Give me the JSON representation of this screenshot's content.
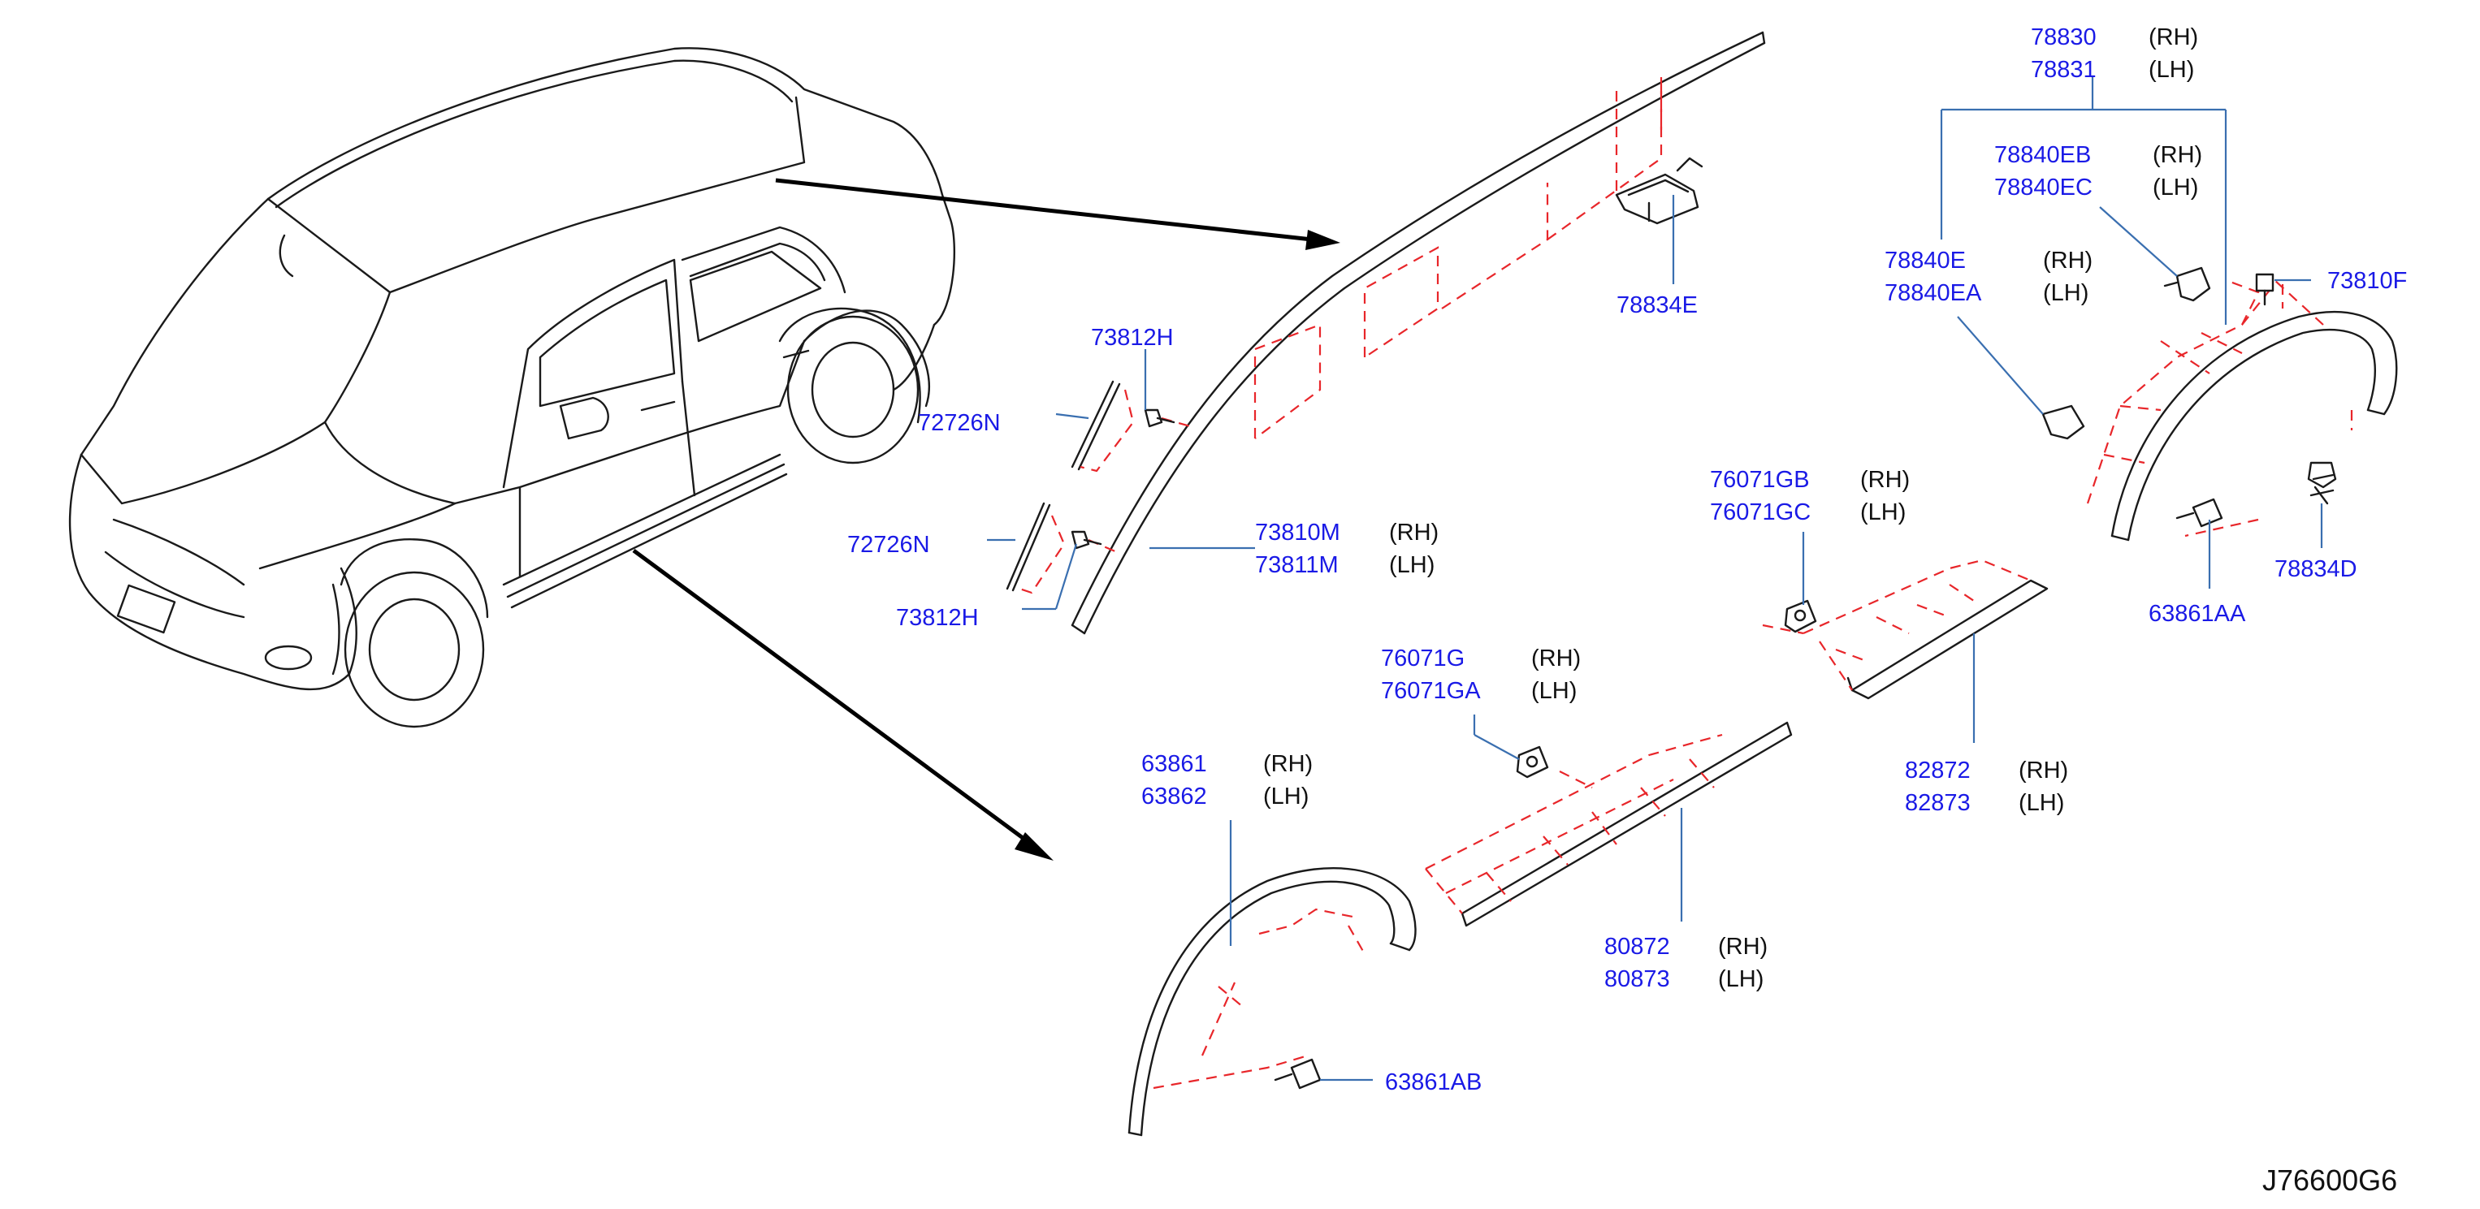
{
  "diagram": {
    "reference_code": "J76600G6",
    "side_labels": {
      "rh": "(RH)",
      "lh": "(LH)"
    },
    "callouts": {
      "p78830": "78830",
      "p78831": "78831",
      "p78840EB": "78840EB",
      "p78840EC": "78840EC",
      "p78840E": "78840E",
      "p78840EA": "78840EA",
      "p73810F": "73810F",
      "p78834E": "78834E",
      "p73812H_top": "73812H",
      "p72726N_top": "72726N",
      "p72726N_bottom": "72726N",
      "p73812H_bottom": "73812H",
      "p73810M": "73810M",
      "p73811M": "73811M",
      "p76071GB": "76071GB",
      "p76071GC": "76071GC",
      "p63861AA": "63861AA",
      "p78834D": "78834D",
      "p76071G": "76071G",
      "p76071GA": "76071GA",
      "p82872": "82872",
      "p82873": "82873",
      "p63861": "63861",
      "p63862": "63862",
      "p80872": "80872",
      "p80873": "80873",
      "p63861AB": "63861AB"
    },
    "colors": {
      "callout_text": "#1a1ae6",
      "leader_line": "#3a6fb0",
      "dashed_guide": "#e8262a",
      "outline": "#1a1a1a"
    }
  }
}
